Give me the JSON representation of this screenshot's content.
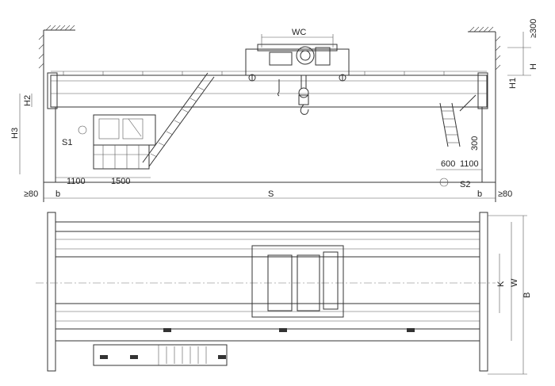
{
  "labels": {
    "wc": "WC",
    "clearance_top": "≥300",
    "h": "H",
    "h1": "H1",
    "h2": "H2",
    "h3": "H3",
    "s1": "S1",
    "s2": "S2",
    "dim_1100_left": "1100",
    "dim_1500": "1500",
    "dim_600": "600",
    "dim_1100_right": "1100",
    "dim_300": "300",
    "ge80_left": "≥80",
    "ge80_right": "≥80",
    "b_left": "b",
    "b_right": "b",
    "s": "S",
    "k": "K",
    "w": "W",
    "b_big": "B"
  }
}
